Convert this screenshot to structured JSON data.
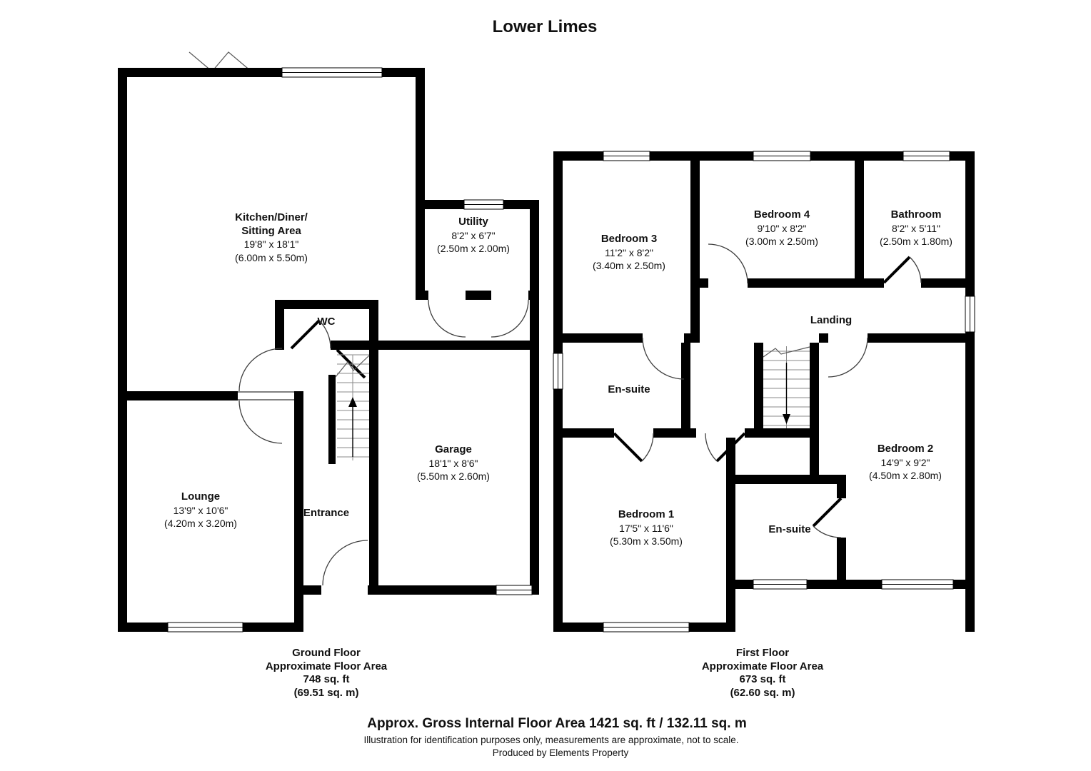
{
  "title": "Lower Limes",
  "ground_floor": {
    "rooms": {
      "kitchen": {
        "name": "Kitchen/Diner/",
        "name2": "Sitting Area",
        "dims_ft": "19'8\" x 18'1\"",
        "dims_m": "(6.00m x 5.50m)"
      },
      "utility": {
        "name": "Utility",
        "dims_ft": "8'2\" x 6'7\"",
        "dims_m": "(2.50m x 2.00m)"
      },
      "wc": {
        "name": "WC"
      },
      "entrance": {
        "name": "Entrance"
      },
      "garage": {
        "name": "Garage",
        "dims_ft": "18'1\" x 8'6\"",
        "dims_m": "(5.50m x 2.60m)"
      },
      "lounge": {
        "name": "Lounge",
        "dims_ft": "13'9\" x 10'6\"",
        "dims_m": "(4.20m x 3.20m)"
      }
    },
    "area": {
      "floor": "Ground Floor",
      "label": "Approximate Floor Area",
      "sqft": "748 sq. ft",
      "sqm": "(69.51 sq. m)"
    }
  },
  "first_floor": {
    "rooms": {
      "bedroom3": {
        "name": "Bedroom 3",
        "dims_ft": "11'2\" x 8'2\"",
        "dims_m": "(3.40m x 2.50m)"
      },
      "bedroom4": {
        "name": "Bedroom 4",
        "dims_ft": "9'10\" x 8'2\"",
        "dims_m": "(3.00m x 2.50m)"
      },
      "bathroom": {
        "name": "Bathroom",
        "dims_ft": "8'2\" x 5'11\"",
        "dims_m": "(2.50m x 1.80m)"
      },
      "landing": {
        "name": "Landing"
      },
      "ensuite1": {
        "name": "En-suite"
      },
      "bedroom1": {
        "name": "Bedroom 1",
        "dims_ft": "17'5\" x 11'6\"",
        "dims_m": "(5.30m x 3.50m)"
      },
      "ensuite2": {
        "name": "En-suite"
      },
      "bedroom2": {
        "name": "Bedroom 2",
        "dims_ft": "14'9\" x 9'2\"",
        "dims_m": "(4.50m x 2.80m)"
      }
    },
    "area": {
      "floor": "First Floor",
      "label": "Approximate Floor Area",
      "sqft": "673 sq. ft",
      "sqm": "(62.60 sq. m)"
    }
  },
  "footer": {
    "gross_area": "Approx. Gross Internal Floor Area 1421 sq. ft / 132.11 sq. m",
    "disclaimer": "Illustration for identification purposes only, measurements are approximate, not to scale.",
    "credit": "Produced by Elements Property"
  },
  "colors": {
    "wall": "#000000",
    "background": "#ffffff",
    "door_arc": "#3f3f3f"
  }
}
